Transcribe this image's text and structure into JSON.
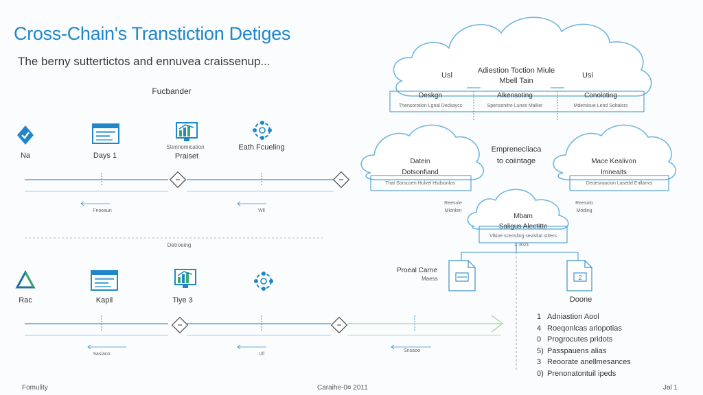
{
  "header": {
    "title": "Cross-Chain's Transtiction Detiges",
    "subtitle": "The berny suttertictos and ennuvea craissenup..."
  },
  "left_panel": {
    "top_heading": "Fucbander",
    "mid_divider_label": "Detroeing",
    "row1": {
      "items": [
        {
          "label": "Na",
          "icon": "diamond-check-icon"
        },
        {
          "label": "Days 1",
          "icon": "browser-window-icon"
        },
        {
          "label": "Praiset",
          "sublabel": "Stennomication",
          "icon": "chart-monitor-icon"
        },
        {
          "label": "Eath Fcueling",
          "icon": "network-circle-icon"
        }
      ],
      "under_labels": [
        "Fnoeaun",
        "Wll"
      ]
    },
    "row2": {
      "items": [
        {
          "label": "Rac",
          "icon": "triangle-icon"
        },
        {
          "label": "Kapil",
          "icon": "browser-window-icon"
        },
        {
          "label": "Tiye 3",
          "icon": "chart-monitor-icon"
        },
        {
          "label": "",
          "icon": "network-circle-icon"
        }
      ],
      "under_labels": [
        "Sasiaon",
        "Ull",
        "Snsaoo"
      ]
    }
  },
  "right_panel": {
    "top_cloud": {
      "title": "Adiestion Toction Miule",
      "subtitle": "Mbell Tain",
      "side_left": "Usl",
      "side_right": "Usi",
      "columns": [
        {
          "head": "Deskgn",
          "desc": "Thensorotion Lgnal Deckaycs"
        },
        {
          "head": "Alkensoting",
          "desc": "Spensonitre Lunes Mallier"
        },
        {
          "head": "Conoloting",
          "desc": "Mdemisue Lend Sobalsrs"
        }
      ]
    },
    "left_cloud": {
      "head": "Datein",
      "row": "Dotsonfiand",
      "desc": "That Sorscoen Hulvel Hsdsonlos"
    },
    "center_text": {
      "line1": "Emprenecliaca",
      "line2": "to coiintage"
    },
    "right_cloud": {
      "head": "Mace Kealivon",
      "row": "Imneaits",
      "desc": "Deoesraacion Lasedd Enllanvs"
    },
    "left_cloud_caption": {
      "line1": "Reesole",
      "line2": "Mlonlen"
    },
    "right_cloud_caption": {
      "line1": "Reesolo",
      "line2": "Moding"
    },
    "bottom_cloud": {
      "head": "Mbam",
      "row": "Saligus Alectitte",
      "desc": "Vlkioe scensling sevisllat stiters",
      "code": "2 3021"
    },
    "doc_left": {
      "caption_line1": "Proeal Carne",
      "caption_line2": "Maess"
    },
    "doc_right": {
      "caption": "Doone"
    },
    "legend": [
      {
        "num": "1",
        "text": "Adniastion Aool"
      },
      {
        "num": "4",
        "text": "Roeqonlcas arlopotias"
      },
      {
        "num": "0",
        "text": "Progrocutes pridots"
      },
      {
        "num": "5)",
        "text": "Passpauens alias"
      },
      {
        "num": "3",
        "text": "Reoorate anellmesances"
      },
      {
        "num": "0)",
        "text": "Prenonatontuil ipeds"
      }
    ]
  },
  "footer": {
    "left": "Fomulity",
    "center": "Caraihe-0¤ 2011",
    "right": "Jal 1"
  },
  "colors": {
    "accent": "#1f87c9",
    "line": "#3b90c8",
    "cloud": "#6fb6de",
    "green_arrow": "#9fd39a"
  }
}
